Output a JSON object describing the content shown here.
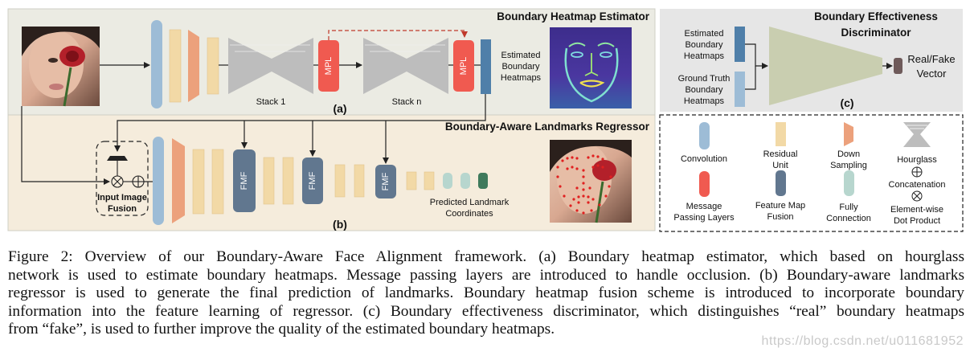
{
  "figure": {
    "panel_a": {
      "title": "Boundary Heatmap Estimator",
      "tag": "(a)",
      "stack1_label": "Stack 1",
      "stackn_label": "Stack n",
      "mpl_label": "MPL",
      "output_label": [
        "Estimated",
        "Boundary",
        "Heatmaps"
      ]
    },
    "panel_b": {
      "title": "Boundary-Aware Landmarks Regressor",
      "tag": "(b)",
      "fmf_label": "FMF",
      "fusion_label": [
        "Input Image",
        "Fusion"
      ],
      "output_label": [
        "Predicted Landmark",
        "Coordinates"
      ]
    },
    "panel_c": {
      "title": [
        "Boundary Effectiveness",
        "Discriminator"
      ],
      "tag": "(c)",
      "input1": [
        "Estimated",
        "Boundary",
        "Heatmaps"
      ],
      "input2": [
        "Ground Truth",
        "Boundary",
        "Heatmaps"
      ],
      "output": [
        "Real/Fake",
        "Vector"
      ]
    },
    "legend": {
      "convolution": "Convolution",
      "residual": [
        "Residual",
        "Unit"
      ],
      "down": [
        "Down",
        "Sampling"
      ],
      "hourglass": "Hourglass",
      "concat": "Concatenation",
      "mpl": [
        "Message",
        "Passing Layers"
      ],
      "fmf": [
        "Feature Map",
        "Fusion"
      ],
      "fc": [
        "Fully",
        "Connection"
      ],
      "dot": [
        "Element-wise",
        "Dot Product"
      ]
    },
    "colors": {
      "conv": "#9dbcd6",
      "residual": "#f2d9a6",
      "down": "#eca17c",
      "hourglass": "#bdbdbd",
      "mpl": "#f05a50",
      "fmf": "#61778f",
      "fc": "#b7d6ce",
      "panel_a_bg": "#ebebe3",
      "panel_b_bg": "#f5ecdc",
      "panel_c_bg": "#e6e6e6",
      "discriminator": "#c9ceb0"
    }
  },
  "caption": {
    "lines": [
      "Figure 2:   Overview of our Boundary-Aware Face Alignment framework.  (a) Boundary heatmap estimator, which based on hourglass",
      "network is used to estimate boundary heatmaps. Message passing layers are introduced to handle occlusion. (b) Boundary-aware landmarks",
      "regressor is used to generate the final prediction of landmarks.  Boundary heatmap fusion scheme is introduced to incorporate boundary",
      "information into the feature learning of regressor. (c) Boundary effectiveness discriminator, which distinguishes “real” boundary heatmaps",
      "from “fake”, is used to further improve the quality of the estimated boundary heatmaps."
    ]
  },
  "watermark": "https://blog.csdn.net/u011681952"
}
